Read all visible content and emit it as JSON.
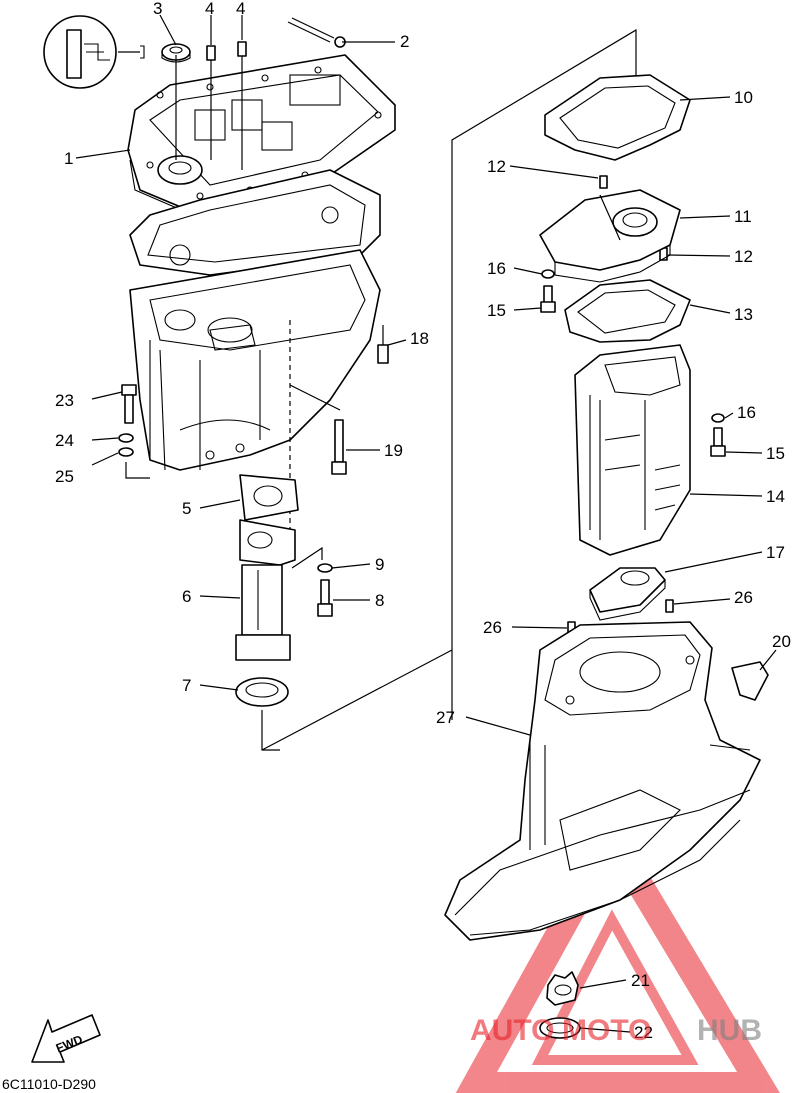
{
  "diagram_code": "6C11010-D290",
  "fwd_label": "FWD",
  "watermark": {
    "text_a": "AUTO",
    "text_b": "MOTO",
    "text_c": "HUB",
    "color_red": "#e8232a",
    "color_gray": "#808080"
  },
  "callouts": {
    "c1": "1",
    "c2": "2",
    "c3": "3",
    "c4a": "4",
    "c4b": "4",
    "c5": "5",
    "c6": "6",
    "c7": "7",
    "c8": "8",
    "c9": "9",
    "c10": "10",
    "c11": "11",
    "c12a": "12",
    "c12b": "12",
    "c13": "13",
    "c14": "14",
    "c15a": "15",
    "c15b": "15",
    "c16a": "16",
    "c16b": "16",
    "c17": "17",
    "c18": "18",
    "c19": "19",
    "c20": "20",
    "c21": "21",
    "c22": "22",
    "c23": "23",
    "c24": "24",
    "c25": "25",
    "c26a": "26",
    "c26b": "26",
    "c27": "27"
  }
}
